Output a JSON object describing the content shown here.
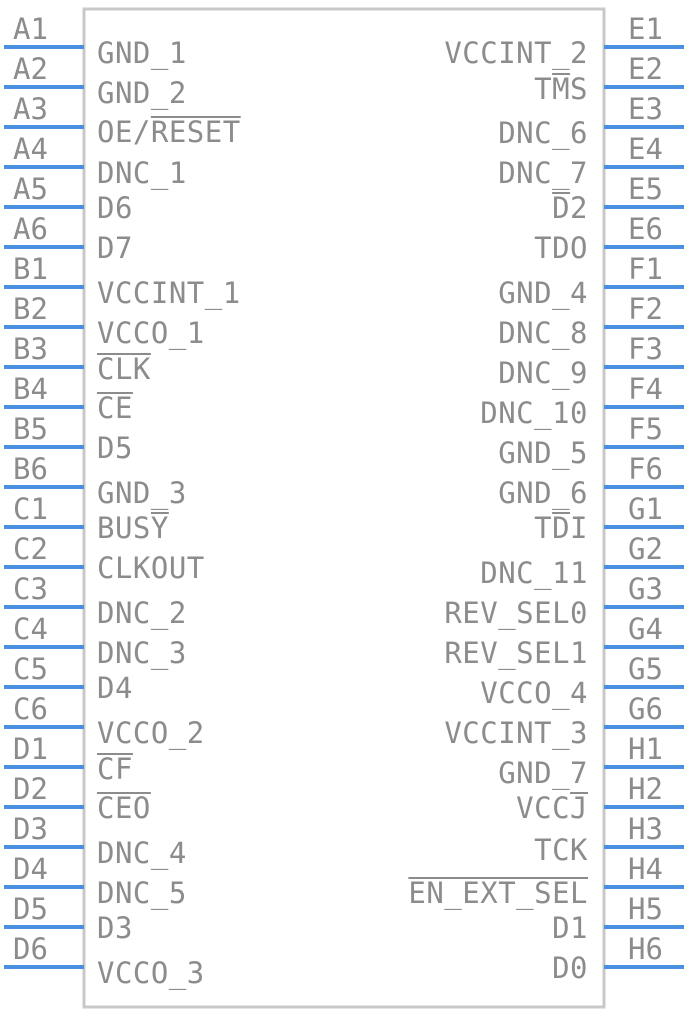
{
  "component": {
    "left_pins": [
      {
        "number": "A1",
        "signal": "GND_1"
      },
      {
        "number": "A2",
        "signal": "GND_2"
      },
      {
        "number": "A3",
        "signal": "OE/RESET"
      },
      {
        "number": "A4",
        "signal": "DNC_1"
      },
      {
        "number": "A5",
        "signal": "D6"
      },
      {
        "number": "A6",
        "signal": "D7"
      },
      {
        "number": "B1",
        "signal": "VCCINT_1"
      },
      {
        "number": "B2",
        "signal": "VCCO_1"
      },
      {
        "number": "B3",
        "signal": "CLK"
      },
      {
        "number": "B4",
        "signal": "CE"
      },
      {
        "number": "B5",
        "signal": "D5"
      },
      {
        "number": "B6",
        "signal": "GND_3"
      },
      {
        "number": "C1",
        "signal": "BUSY"
      },
      {
        "number": "C2",
        "signal": "CLKOUT"
      },
      {
        "number": "C3",
        "signal": "DNC_2"
      },
      {
        "number": "C4",
        "signal": "DNC_3"
      },
      {
        "number": "C5",
        "signal": "D4"
      },
      {
        "number": "C6",
        "signal": "VCCO_2"
      },
      {
        "number": "D1",
        "signal": "CF"
      },
      {
        "number": "D2",
        "signal": "CEO"
      },
      {
        "number": "D3",
        "signal": "DNC_4"
      },
      {
        "number": "D4",
        "signal": "DNC_5"
      },
      {
        "number": "D5",
        "signal": "D3"
      },
      {
        "number": "D6",
        "signal": "VCCO_3"
      }
    ],
    "right_pins": [
      {
        "number": "E1",
        "signal": "VCCINT_2"
      },
      {
        "number": "E2",
        "signal": "TMS"
      },
      {
        "number": "E3",
        "signal": "DNC_6"
      },
      {
        "number": "E4",
        "signal": "DNC_7"
      },
      {
        "number": "E5",
        "signal": "D2"
      },
      {
        "number": "E6",
        "signal": "TDO"
      },
      {
        "number": "F1",
        "signal": "GND_4"
      },
      {
        "number": "F2",
        "signal": "DNC_8"
      },
      {
        "number": "F3",
        "signal": "DNC_9"
      },
      {
        "number": "F4",
        "signal": "DNC_10"
      },
      {
        "number": "F5",
        "signal": "GND_5"
      },
      {
        "number": "F6",
        "signal": "GND_6"
      },
      {
        "number": "G1",
        "signal": "TDI"
      },
      {
        "number": "G2",
        "signal": "DNC_11"
      },
      {
        "number": "G3",
        "signal": "REV_SEL0"
      },
      {
        "number": "G4",
        "signal": "REV_SEL1"
      },
      {
        "number": "G5",
        "signal": "VCCO_4"
      },
      {
        "number": "G6",
        "signal": "VCCINT_3"
      },
      {
        "number": "H1",
        "signal": "GND_7"
      },
      {
        "number": "H2",
        "signal": "VCCJ"
      },
      {
        "number": "H3",
        "signal": "TCK"
      },
      {
        "number": "H4",
        "signal": "EN_EXT_SEL"
      },
      {
        "number": "H5",
        "signal": "D1"
      },
      {
        "number": "H6",
        "signal": "D0"
      }
    ],
    "colors": {
      "pin": "#4a90e2",
      "text": "#8c8c8c",
      "outline": "#c8c8c8"
    }
  }
}
